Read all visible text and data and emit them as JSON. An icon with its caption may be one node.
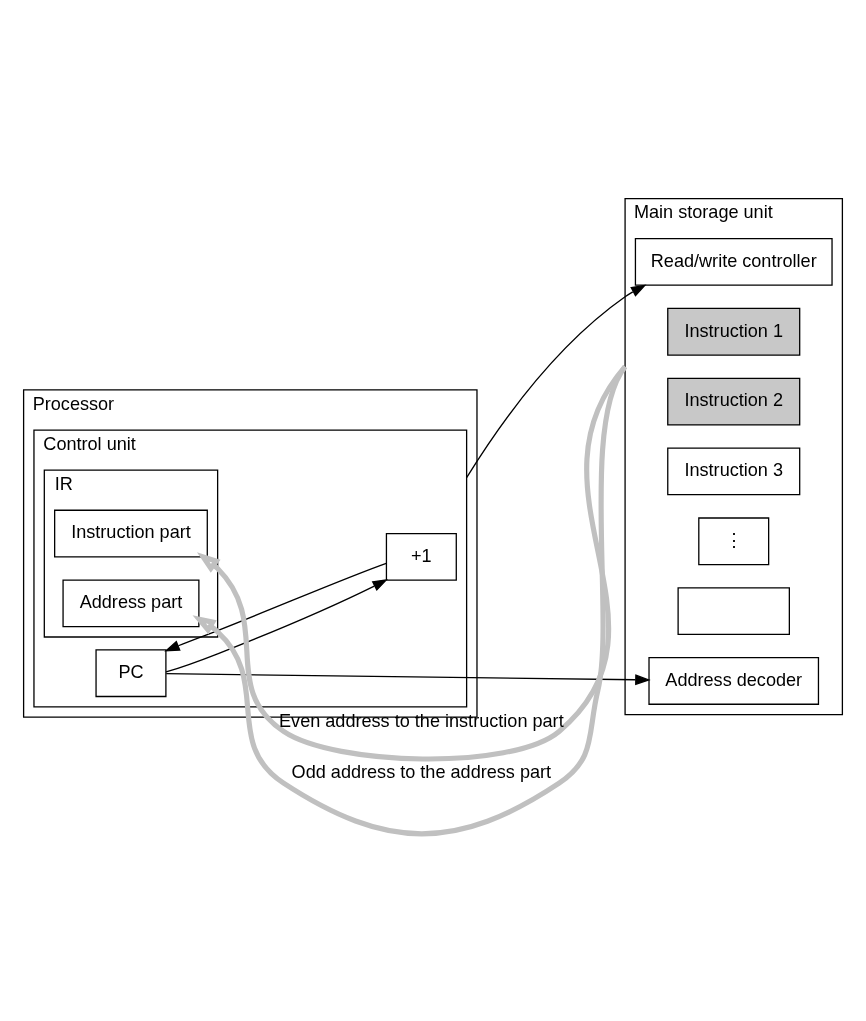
{
  "diagram": {
    "nodes": [
      {
        "text": [
          "Processor"
        ]
      },
      {
        "text": [
          "Control unit"
        ],
        "in": 0
      },
      {
        "text": [
          "IR"
        ],
        "in": 1
      },
      {
        "text": [
          "Instruction part"
        ],
        "in": 2
      },
      {
        "text": [
          "Address part"
        ],
        "in": 2
      },
      {
        "text": [
          "PC"
        ],
        "in": 1
      },
      {
        "text": [
          "+1"
        ],
        "in": 1
      },
      {
        "text": [
          "Main storage unit"
        ]
      },
      {
        "text": [
          "Address decoder"
        ],
        "in": 7
      },
      {
        "text": [
          "Instruction 1"
        ],
        "in": 7
      },
      {
        "text": [
          "Instruction 2"
        ],
        "in": 7
      },
      {
        "text": [
          "Instruction 3"
        ],
        "in": 7
      },
      {
        "text": [
          "⋮"
        ],
        "in": 7
      },
      {
        "text": [],
        "shape": "box",
        "in": 7
      },
      {
        "text": [
          "Read/write controller"
        ],
        "in": 7
      }
    ],
    "edges": [
      {
        "from": 7,
        "to": 3,
        "arrow": "to",
        "label": "Even address to the instruction part",
        "style": "thick",
        "color": "#c0c0c0"
      },
      {
        "from": 7,
        "to": 4,
        "arrow": "to",
        "label": "Odd address to the address part",
        "style": "thick",
        "color": "#c0c0c0"
      },
      {
        "from": 5,
        "to": 6,
        "arrow": "to"
      },
      {
        "from": 6,
        "to": 5,
        "arrow": "to"
      },
      {
        "from": 5,
        "to": 8,
        "arrow": "to"
      },
      {
        "from": 1,
        "to": 14,
        "arrow": "to"
      }
    ]
  }
}
